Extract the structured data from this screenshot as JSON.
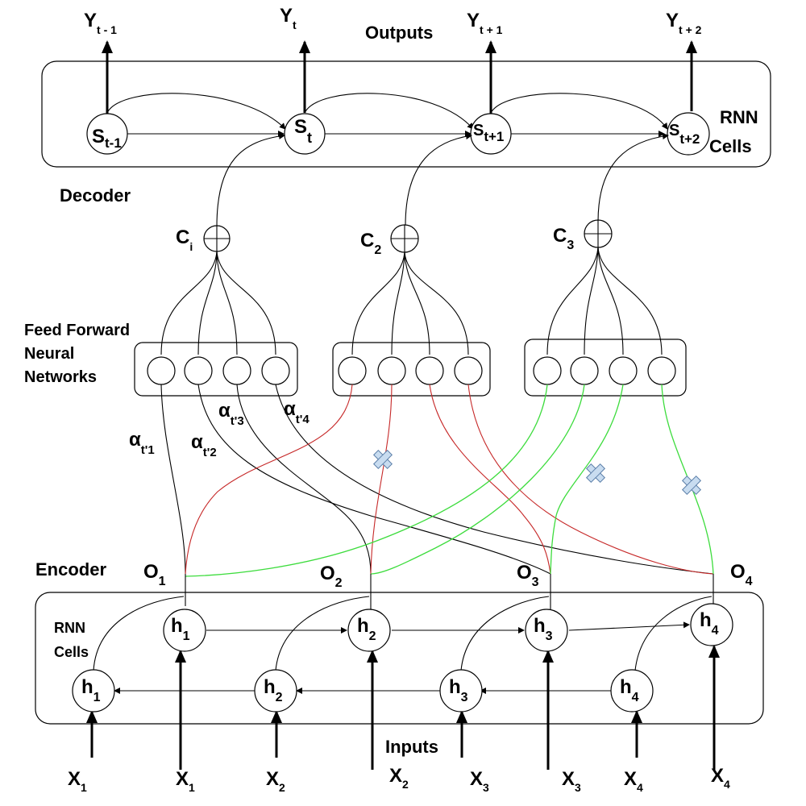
{
  "section_labels": {
    "outputs": "Outputs",
    "decoder": "Decoder",
    "decoder_cells_1": "RNN",
    "decoder_cells_2": "Cells",
    "ffnn_1": "Feed Forward",
    "ffnn_2": "Neural",
    "ffnn_3": "Networks",
    "encoder": "Encoder",
    "encoder_cells_1": "RNN",
    "encoder_cells_2": "Cells",
    "inputs": "Inputs"
  },
  "outputs": [
    {
      "base": "Y",
      "sub": "t - 1"
    },
    {
      "base": "Y",
      "sub": "t"
    },
    {
      "base": "Y",
      "sub": "t + 1"
    },
    {
      "base": "Y",
      "sub": "t + 2"
    }
  ],
  "decoder_states": [
    {
      "base": "S",
      "sub": "t-1"
    },
    {
      "base": "S",
      "sub": "t"
    },
    {
      "base": "S",
      "sub": "t+1"
    },
    {
      "base": "S",
      "sub": "t+2"
    }
  ],
  "context_vectors": [
    {
      "base": "C",
      "sub": "i"
    },
    {
      "base": "C",
      "sub": "2"
    },
    {
      "base": "C",
      "sub": "3"
    }
  ],
  "attention_weights": [
    {
      "base": "α",
      "sub": "t'1"
    },
    {
      "base": "α",
      "sub": "t'2"
    },
    {
      "base": "α",
      "sub": "t'3"
    },
    {
      "base": "α",
      "sub": "t'4"
    }
  ],
  "encoder_outputs": [
    {
      "base": "O",
      "sub": "1"
    },
    {
      "base": "O",
      "sub": "2"
    },
    {
      "base": "O",
      "sub": "3"
    },
    {
      "base": "O",
      "sub": "4"
    }
  ],
  "forward_states": [
    {
      "base": "h",
      "sub": "1"
    },
    {
      "base": "h",
      "sub": "2"
    },
    {
      "base": "h",
      "sub": "3"
    },
    {
      "base": "h",
      "sub": "4"
    }
  ],
  "backward_states": [
    {
      "base": "h",
      "sub": "1"
    },
    {
      "base": "h",
      "sub": "2"
    },
    {
      "base": "h",
      "sub": "3"
    },
    {
      "base": "h",
      "sub": "4"
    }
  ],
  "inputs": [
    {
      "base": "X",
      "sub": "1"
    },
    {
      "base": "X",
      "sub": "1"
    },
    {
      "base": "X",
      "sub": "2"
    },
    {
      "base": "X",
      "sub": "2"
    },
    {
      "base": "X",
      "sub": "3"
    },
    {
      "base": "X",
      "sub": "3"
    },
    {
      "base": "X",
      "sub": "4"
    },
    {
      "base": "X",
      "sub": "4"
    }
  ],
  "colors": {
    "ink": "#000000",
    "ffnn2_path": "#c62828",
    "ffnn3_path": "#3ddc3d",
    "blocked_marker": "#c8dcf0"
  }
}
